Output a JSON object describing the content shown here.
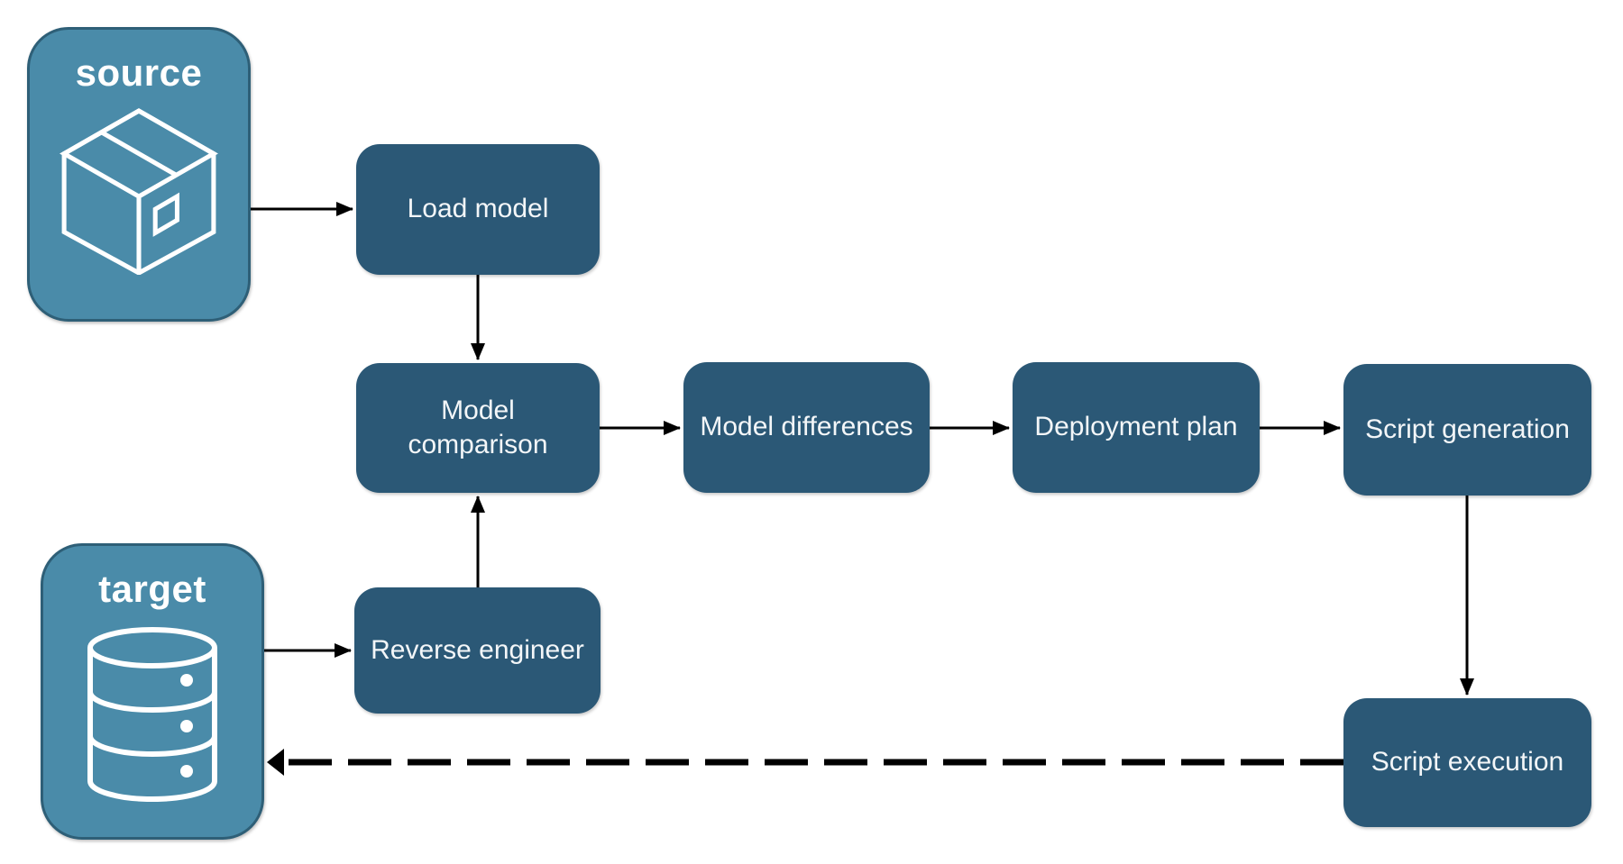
{
  "palette": {
    "endpoint_fill": "#4A8BA9",
    "endpoint_border": "#2E5F77",
    "step_fill": "#2B5876",
    "step_text": "#F3F6F8",
    "arrow_color": "#000000",
    "canvas_bg": "#FFFFFF"
  },
  "endpoints": {
    "source": {
      "label": "source",
      "icon": "package-box-icon"
    },
    "target": {
      "label": "target",
      "icon": "database-cylinder-icon"
    }
  },
  "steps": {
    "load_model": {
      "label": "Load model"
    },
    "model_comparison": {
      "label": "Model comparison"
    },
    "model_differences": {
      "label": "Model differences"
    },
    "deployment_plan": {
      "label": "Deployment plan"
    },
    "script_generation": {
      "label": "Script generation"
    },
    "reverse_engineer": {
      "label": "Reverse engineer"
    },
    "script_execution": {
      "label": "Script execution"
    }
  },
  "connections": [
    {
      "from": "source",
      "to": "load_model",
      "style": "solid"
    },
    {
      "from": "load_model",
      "to": "model_comparison",
      "style": "solid"
    },
    {
      "from": "model_comparison",
      "to": "model_differences",
      "style": "solid"
    },
    {
      "from": "model_differences",
      "to": "deployment_plan",
      "style": "solid"
    },
    {
      "from": "deployment_plan",
      "to": "script_generation",
      "style": "solid"
    },
    {
      "from": "script_generation",
      "to": "script_execution",
      "style": "solid"
    },
    {
      "from": "target",
      "to": "reverse_engineer",
      "style": "solid"
    },
    {
      "from": "reverse_engineer",
      "to": "model_comparison",
      "style": "solid"
    },
    {
      "from": "script_execution",
      "to": "target",
      "style": "dashed"
    }
  ]
}
